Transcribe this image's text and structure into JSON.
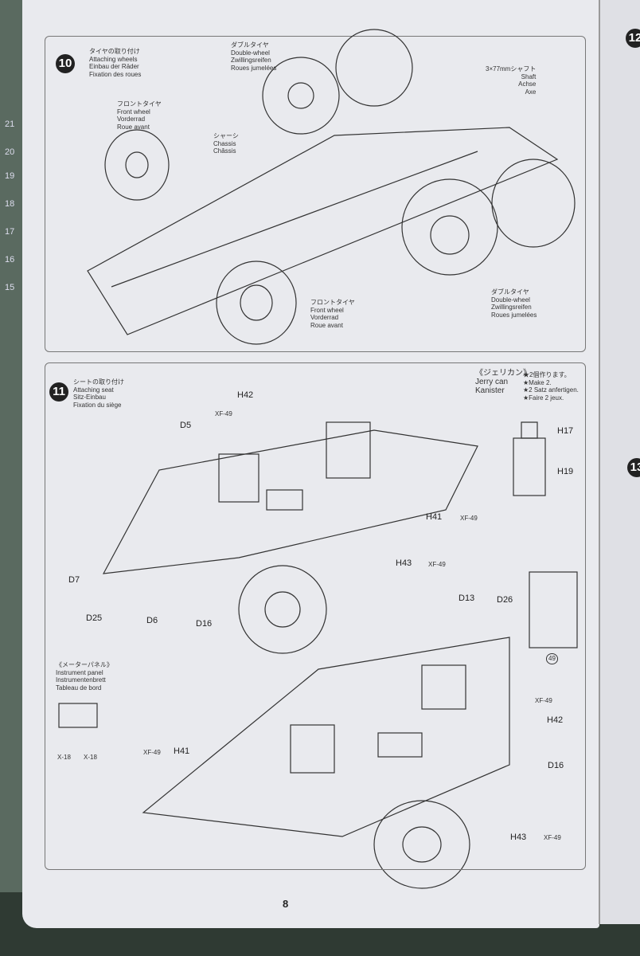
{
  "ruler": [
    "21",
    "20",
    "19",
    "18",
    "17",
    "16",
    "15"
  ],
  "step10": {
    "number": "10",
    "jp": "タイヤの取り付け",
    "en": "Attaching wheels",
    "de": "Einbau der Räder",
    "fr": "Fixation des roues",
    "labels": {
      "double_top": [
        "ダブルタイヤ",
        "Double-wheel",
        "Zwillingsreifen",
        "Roues jumelées"
      ],
      "front_top": [
        "フロントタイヤ",
        "Front wheel",
        "Vorderrad",
        "Roue avant"
      ],
      "chassis": [
        "シャーシ",
        "Chassis",
        "Châssis"
      ],
      "shaft": [
        "3×77mmシャフト",
        "Shaft",
        "Achse",
        "Axe"
      ],
      "front_bottom": [
        "フロントタイヤ",
        "Front wheel",
        "Vorderrad",
        "Roue avant"
      ],
      "double_bottom": [
        "ダブルタイヤ",
        "Double-wheel",
        "Zwillingsreifen",
        "Roues jumelées"
      ]
    }
  },
  "step11": {
    "number": "11",
    "jp": "シートの取り付け",
    "en": "Attaching seat",
    "de": "Sitz-Einbau",
    "fr": "Fixation du siège",
    "jerry": {
      "jp": "《ジェリカン》",
      "en": "Jerry can",
      "de": "Kanister",
      "notes": [
        "★2個作ります。",
        "★Make 2.",
        "★2 Satz anfertigen.",
        "★Faire 2 jeux."
      ]
    },
    "meter": {
      "jp": "《メーターパネル》",
      "en": "Instrument panel",
      "de": "Instrumentenbrett",
      "fr": "Tableau de bord"
    },
    "parts": {
      "h42": "H42",
      "xf49": "XF-49",
      "d5": "D5",
      "h17": "H17",
      "h19": "H19",
      "h41": "H41",
      "d7": "D7",
      "h43": "H43",
      "d25": "D25",
      "d6": "D6",
      "d16": "D16",
      "d13": "D13",
      "d26": "D26",
      "p49": "49",
      "x18": "X-18"
    }
  },
  "side": {
    "step12": "12",
    "step13": "13"
  },
  "page_number": "8"
}
